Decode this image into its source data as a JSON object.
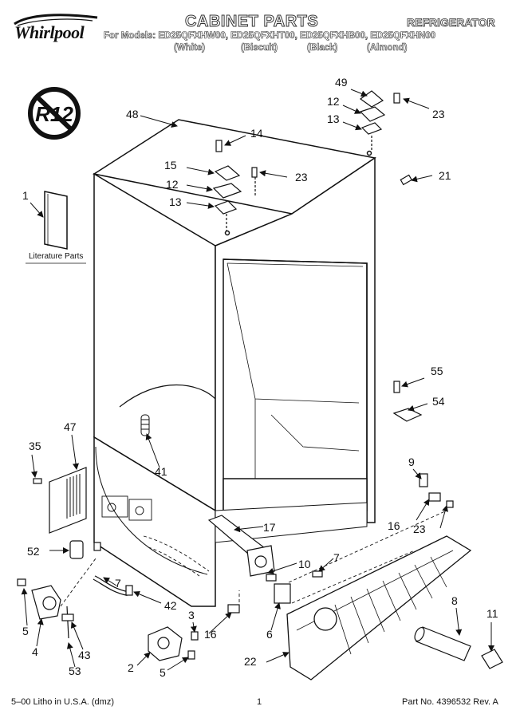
{
  "header": {
    "brand": "Whirlpool",
    "title": "CABINET PARTS",
    "category": "REFRIGERATOR",
    "models_line": "For Models: ED25QFXHW00, ED25QFXHT00, ED25QFXHB00, ED25QFXHN00",
    "colors": [
      "(White)",
      "(Biscuit)",
      "(Black)",
      "(Almond)"
    ]
  },
  "badge": {
    "text": "R12"
  },
  "literature": {
    "label": "Literature Parts"
  },
  "callouts": [
    {
      "id": "49",
      "text": "49"
    },
    {
      "id": "12a",
      "text": "12"
    },
    {
      "id": "23a",
      "text": "23"
    },
    {
      "id": "13a",
      "text": "13"
    },
    {
      "id": "48",
      "text": "48"
    },
    {
      "id": "14",
      "text": "14"
    },
    {
      "id": "15",
      "text": "15"
    },
    {
      "id": "23b",
      "text": "23"
    },
    {
      "id": "12b",
      "text": "12"
    },
    {
      "id": "13b",
      "text": "13"
    },
    {
      "id": "21",
      "text": "21"
    },
    {
      "id": "1",
      "text": "1"
    },
    {
      "id": "55",
      "text": "55"
    },
    {
      "id": "54",
      "text": "54"
    },
    {
      "id": "47",
      "text": "47"
    },
    {
      "id": "35",
      "text": "35"
    },
    {
      "id": "41",
      "text": "41"
    },
    {
      "id": "9",
      "text": "9"
    },
    {
      "id": "16a",
      "text": "16"
    },
    {
      "id": "23c",
      "text": "23"
    },
    {
      "id": "17",
      "text": "17"
    },
    {
      "id": "52",
      "text": "52"
    },
    {
      "id": "7a",
      "text": "7"
    },
    {
      "id": "10",
      "text": "10"
    },
    {
      "id": "7b",
      "text": "7"
    },
    {
      "id": "42",
      "text": "42"
    },
    {
      "id": "5a",
      "text": "5"
    },
    {
      "id": "4",
      "text": "4"
    },
    {
      "id": "43",
      "text": "43"
    },
    {
      "id": "53",
      "text": "53"
    },
    {
      "id": "3",
      "text": "3"
    },
    {
      "id": "16b",
      "text": "16"
    },
    {
      "id": "2",
      "text": "2"
    },
    {
      "id": "5b",
      "text": "5"
    },
    {
      "id": "6",
      "text": "6"
    },
    {
      "id": "8",
      "text": "8"
    },
    {
      "id": "11",
      "text": "11"
    },
    {
      "id": "22",
      "text": "22"
    }
  ],
  "footer": {
    "left": "5–00 Litho in U.S.A. (dmz)",
    "page": "1",
    "right": "Part No. 4396532 Rev. A"
  }
}
